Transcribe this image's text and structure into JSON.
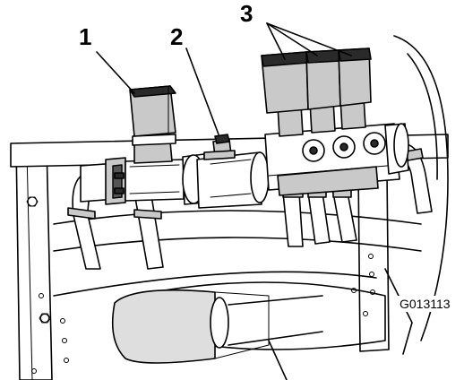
{
  "callouts": {
    "one": "1",
    "two": "2",
    "three": "3"
  },
  "figure_id": "G013113",
  "icons": {
    "diagram": "sprayer-valve-manifold-illustration"
  }
}
